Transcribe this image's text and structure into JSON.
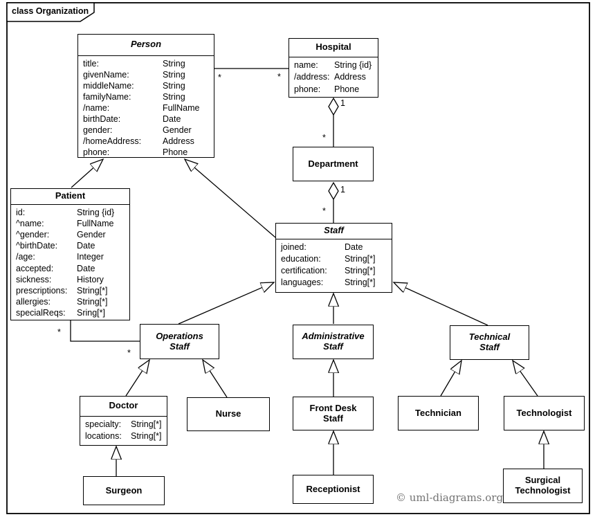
{
  "frame": {
    "label": "class Organization"
  },
  "copyright": "© uml-diagrams.org",
  "classes": {
    "person": {
      "name": "Person",
      "abstract": true,
      "attrs": [
        {
          "n": "title:",
          "t": "String"
        },
        {
          "n": "givenName:",
          "t": "String"
        },
        {
          "n": "middleName:",
          "t": "String"
        },
        {
          "n": "familyName:",
          "t": "String"
        },
        {
          "n": "/name:",
          "t": "FullName"
        },
        {
          "n": "birthDate:",
          "t": "Date"
        },
        {
          "n": "gender:",
          "t": "Gender"
        },
        {
          "n": "/homeAddress:",
          "t": "Address"
        },
        {
          "n": "phone:",
          "t": "Phone"
        }
      ]
    },
    "hospital": {
      "name": "Hospital",
      "abstract": false,
      "attrs": [
        {
          "n": "name:",
          "t": "String {id}"
        },
        {
          "n": "/address:",
          "t": "Address"
        },
        {
          "n": "phone:",
          "t": "Phone"
        }
      ]
    },
    "patient": {
      "name": "Patient",
      "abstract": false,
      "attrs": [
        {
          "n": "id:",
          "t": "String {id}"
        },
        {
          "n": "^name:",
          "t": "FullName"
        },
        {
          "n": "^gender:",
          "t": "Gender"
        },
        {
          "n": "^birthDate:",
          "t": "Date"
        },
        {
          "n": "/age:",
          "t": "Integer"
        },
        {
          "n": "accepted:",
          "t": "Date"
        },
        {
          "n": "sickness:",
          "t": "History"
        },
        {
          "n": "prescriptions:",
          "t": "String[*]"
        },
        {
          "n": "allergies:",
          "t": "String[*]"
        },
        {
          "n": "specialReqs:",
          "t": "Sring[*]"
        }
      ]
    },
    "department": {
      "name": "Department",
      "abstract": false
    },
    "staff": {
      "name": "Staff",
      "abstract": true,
      "attrs": [
        {
          "n": "joined:",
          "t": "Date"
        },
        {
          "n": "education:",
          "t": "String[*]"
        },
        {
          "n": "certification:",
          "t": "String[*]"
        },
        {
          "n": "languages:",
          "t": "String[*]"
        }
      ]
    },
    "operations_staff": {
      "name": "Operations Staff",
      "abstract": true
    },
    "administrative_staff": {
      "name": "Administrative Staff",
      "abstract": true
    },
    "technical_staff": {
      "name": "Technical Staff",
      "abstract": true
    },
    "doctor": {
      "name": "Doctor",
      "abstract": false,
      "attrs": [
        {
          "n": "specialty:",
          "t": "String[*]"
        },
        {
          "n": "locations:",
          "t": "String[*]"
        }
      ]
    },
    "nurse": {
      "name": "Nurse",
      "abstract": false
    },
    "front_desk_staff": {
      "name": "Front Desk Staff",
      "abstract": false
    },
    "technician": {
      "name": "Technician",
      "abstract": false
    },
    "technologist": {
      "name": "Technologist",
      "abstract": false
    },
    "surgeon": {
      "name": "Surgeon",
      "abstract": false
    },
    "receptionist": {
      "name": "Receptionist",
      "abstract": false
    },
    "surgical_technologist": {
      "name": "Surgical Technologist",
      "abstract": false
    }
  },
  "relations": {
    "person_hospital": {
      "type": "association",
      "person_end": "*",
      "hospital_end": "*"
    },
    "hospital_department": {
      "type": "aggregation",
      "hospital_end": "1",
      "department_end": "*"
    },
    "department_staff": {
      "type": "aggregation",
      "department_end": "1",
      "staff_end": "*"
    },
    "patient_operations_staff": {
      "type": "association",
      "patient_end": "*",
      "operations_end": "*"
    }
  }
}
